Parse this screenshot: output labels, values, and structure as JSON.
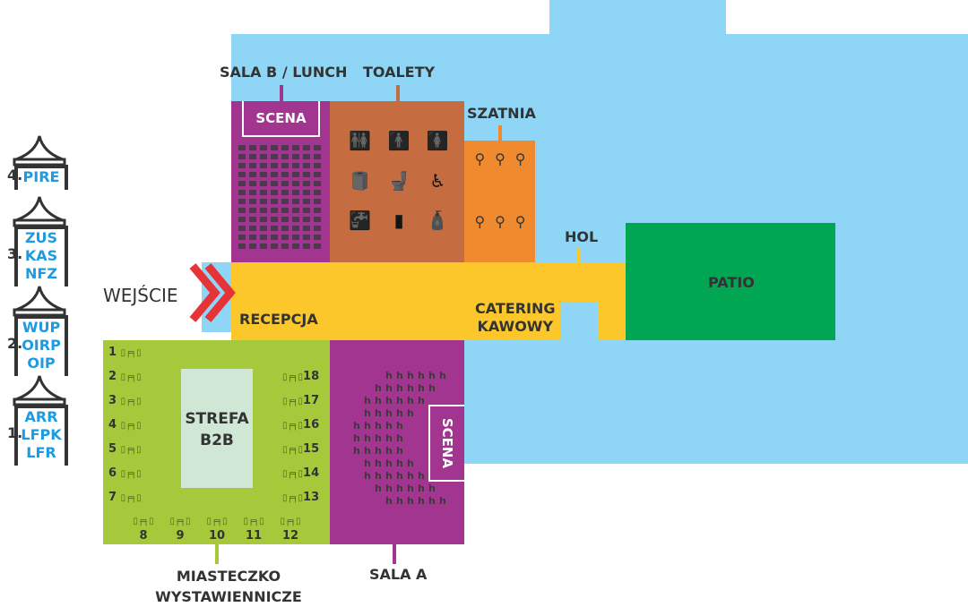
{
  "entrance": {
    "label": "WEJŚCIE"
  },
  "rooms": {
    "sala_b": "SALA B / LUNCH",
    "sala_b_stage": "SCENA",
    "toilets": "TOALETY",
    "cloakroom": "SZATNIA",
    "hall": "HOL",
    "patio": "PATIO",
    "reception": "RECEPCJA",
    "catering_1": "CATERING",
    "catering_2": "KAWOWY",
    "b2b_1": "STREFA",
    "b2b_2": "B2B",
    "sala_a": "SALA A",
    "sala_a_stage": "SCENA",
    "expo_1": "MIASTECZKO",
    "expo_2": "WYSTAWIENNICZE"
  },
  "tents": [
    {
      "num": "4.",
      "lines": [
        "PIRE"
      ]
    },
    {
      "num": "3.",
      "lines": [
        "ZUS",
        "KAS",
        "NFZ"
      ]
    },
    {
      "num": "2.",
      "lines": [
        "WUP",
        "OIRP",
        "OIP"
      ]
    },
    {
      "num": "1.",
      "lines": [
        "ARR",
        "LFPK",
        "LFR"
      ]
    }
  ],
  "tables_left": [
    "1",
    "2",
    "3",
    "4",
    "5",
    "6",
    "7"
  ],
  "tables_bottom": [
    "8",
    "9",
    "10",
    "11",
    "12"
  ],
  "tables_right": [
    "18",
    "17",
    "16",
    "15",
    "14",
    "13"
  ],
  "toilet_icons": [
    "man-woman-icon",
    "man-icon",
    "woman-icon",
    "toilet-paper-icon",
    "toilet-icon",
    "wheelchair-icon",
    "sink-icon",
    "towel-icon",
    "soap-icon"
  ],
  "colors": {
    "sky": "#8fd6f6",
    "purple": "#a2358f",
    "brown": "#c56d40",
    "orange": "#f08a2e",
    "yellow": "#fcc72b",
    "green": "#00a651",
    "lime": "#a6c93b",
    "b2b": "#cfe7d4",
    "red": "#e63338"
  }
}
